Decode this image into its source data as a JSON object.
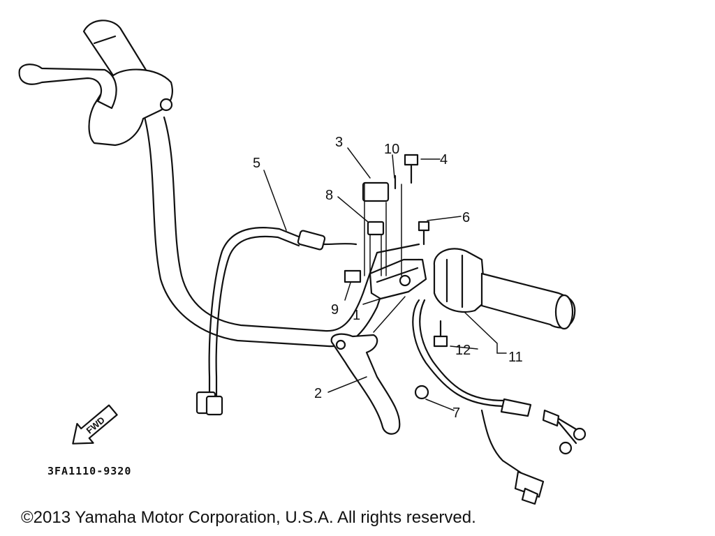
{
  "diagram": {
    "part_code": "3FA1110-9320",
    "fwd_label": "FWD",
    "callouts": {
      "c1": "1",
      "c2": "2",
      "c3": "3",
      "c4": "4",
      "c5": "5",
      "c6": "6",
      "c7": "7",
      "c8": "8",
      "c9": "9",
      "c10": "10",
      "c11": "11",
      "c12": "12"
    }
  },
  "footer": {
    "copyright": "©2013 Yamaha Motor Corporation, U.S.A. All rights reserved."
  }
}
